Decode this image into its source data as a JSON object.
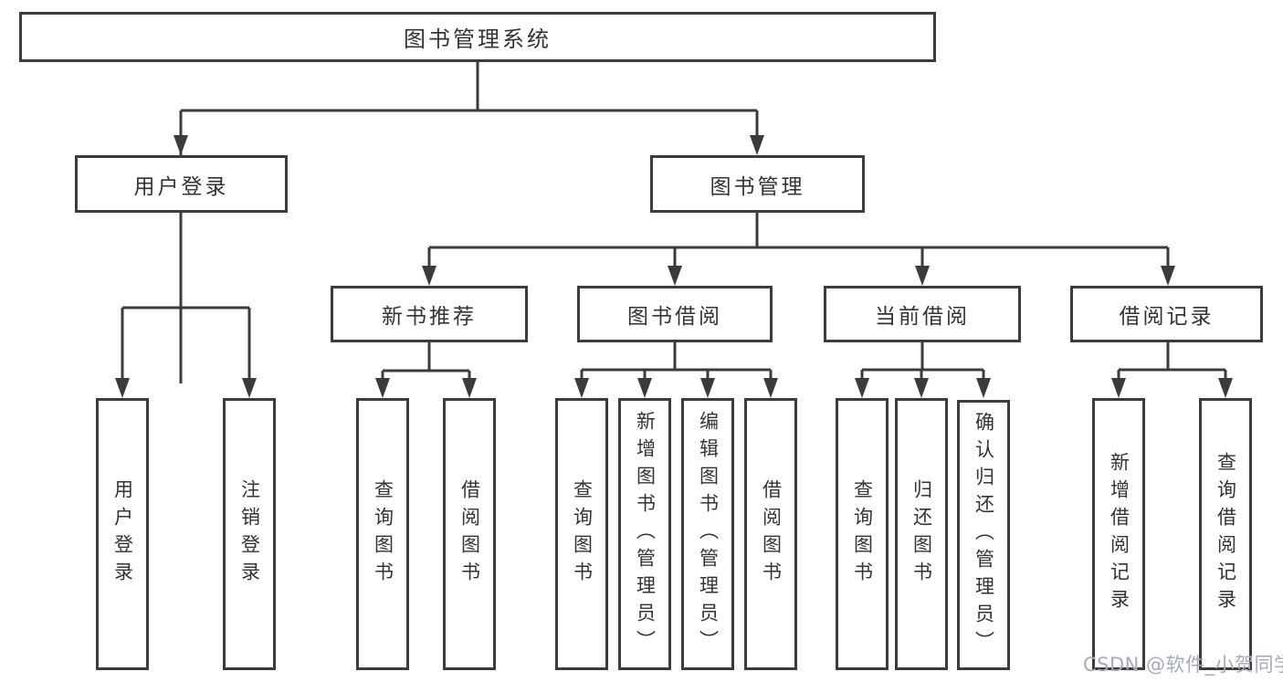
{
  "tree": {
    "root": {
      "label": "图书管理系统"
    },
    "level2": [
      {
        "label": "用户登录",
        "children": [
          {
            "label": "用户登录"
          },
          {
            "label": "注销登录"
          }
        ]
      },
      {
        "label": "图书管理",
        "children": [
          {
            "label": "新书推荐",
            "children": [
              {
                "label": "查询图书"
              },
              {
                "label": "借阅图书"
              }
            ]
          },
          {
            "label": "图书借阅",
            "children": [
              {
                "label": "查询图书"
              },
              {
                "label": "新增图书（管理员）"
              },
              {
                "label": "编辑图书（管理员）"
              },
              {
                "label": "借阅图书"
              }
            ]
          },
          {
            "label": "当前借阅",
            "children": [
              {
                "label": "查询图书"
              },
              {
                "label": "归还图书"
              },
              {
                "label": "确认归还（管理员）"
              }
            ]
          },
          {
            "label": "借阅记录",
            "children": [
              {
                "label": "新增借阅记录"
              },
              {
                "label": "查询借阅记录"
              }
            ]
          }
        ]
      }
    ]
  },
  "watermark": {
    "text": "CSDN @软件_小贺同学"
  },
  "colors": {
    "line": "#3b3b3b",
    "node_border": "#3c3c3c",
    "text": "#333333",
    "watermark_text": "#a6abb4",
    "background": "#ffffff"
  }
}
